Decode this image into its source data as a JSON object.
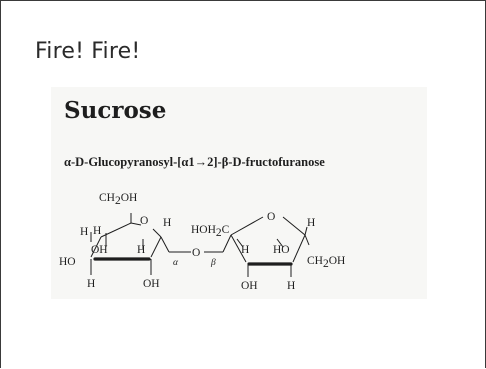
{
  "slide": {
    "title": "Fire! Fire!"
  },
  "figure": {
    "title": "Sucrose",
    "subtitle": "α-D-Glucopyranosyl-[α1→2]-β-D-fructofuranose",
    "labels": {
      "ch2oh_top": "CH",
      "ch2oh_top_sub": "2",
      "ch2oh_top_end": "OH",
      "glu_o": "O",
      "glu_h_c1": "H",
      "glu_h_c5": "H",
      "glu_h_c4": "H",
      "glu_oh_c3": "OH",
      "glu_ho_c4": "HO",
      "glu_h_c2": "H",
      "glu_h_c3": "H",
      "glu_oh_c2": "OH",
      "alpha": "α",
      "bridge_o": "O",
      "beta": "β",
      "hoh2c": "HOH",
      "hoh2c_sub": "2",
      "hoh2c_end": "C",
      "fru_o": "O",
      "fru_h_c5": "H",
      "fru_h_c3": "H",
      "fru_ho_c4": "HO",
      "fru_ch2oh": "CH",
      "fru_ch2oh_sub": "2",
      "fru_ch2oh_end": "OH",
      "fru_oh_c3": "OH",
      "fru_h_c4": "H"
    }
  }
}
